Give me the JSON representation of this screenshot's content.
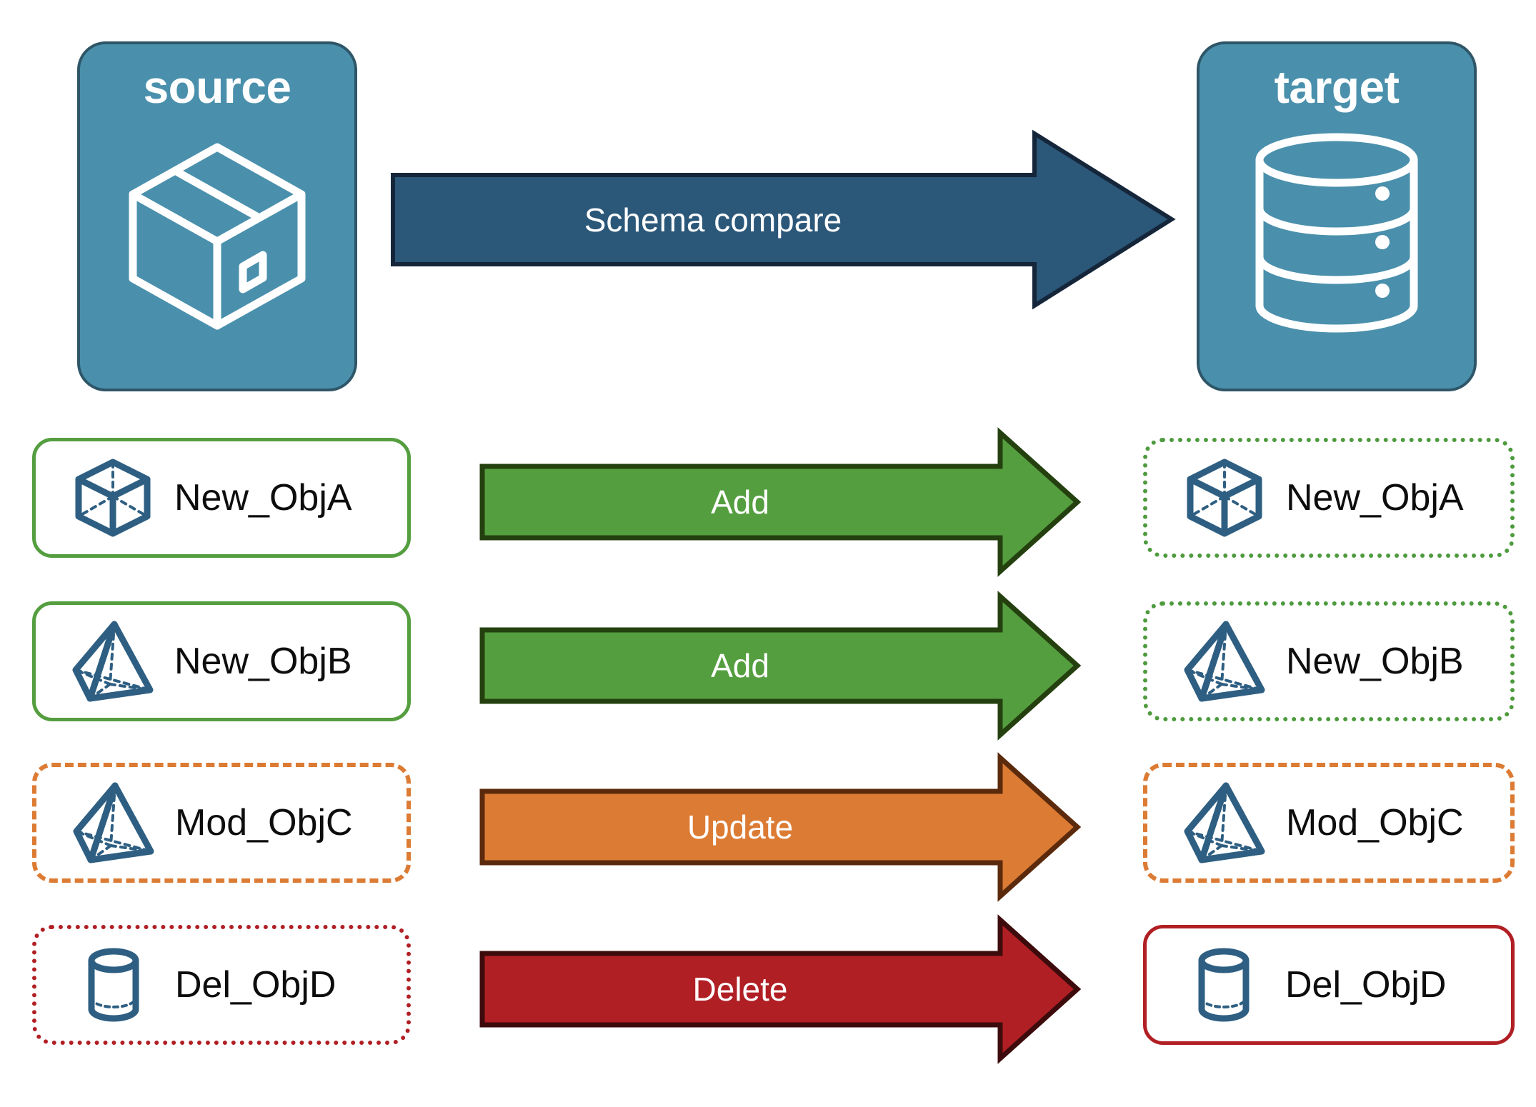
{
  "diagram": {
    "title_source": "source",
    "title_target": "target",
    "compare": {
      "label": "Schema compare",
      "fill": "#2B5779",
      "stroke": "#15263A"
    },
    "colors": {
      "panel_fill": "#4A90AC",
      "panel_stroke": "#2E5668",
      "icon_blue": "#2E5F82",
      "green": "#549E3F",
      "green_dark": "#24400F",
      "orange": "#DC7B33",
      "orange_dark": "#5B2A0C",
      "red": "#B01F24",
      "red_dark": "#3E0B0C",
      "text": "#0d0d0d"
    },
    "rows": [
      {
        "source": {
          "label": "New_ObjA",
          "icon": "cube-wireframe-icon",
          "border": "solid-green"
        },
        "arrow": {
          "label": "Add",
          "fill": "#549E3F",
          "stroke": "#24400F"
        },
        "target": {
          "label": "New_ObjA",
          "icon": "cube-wireframe-icon",
          "border": "dotted-green"
        }
      },
      {
        "source": {
          "label": "New_ObjB",
          "icon": "pyramid-wireframe-icon",
          "border": "solid-green"
        },
        "arrow": {
          "label": "Add",
          "fill": "#549E3F",
          "stroke": "#24400F"
        },
        "target": {
          "label": "New_ObjB",
          "icon": "pyramid-wireframe-icon",
          "border": "dotted-green"
        }
      },
      {
        "source": {
          "label": "Mod_ObjC",
          "icon": "pyramid-wireframe-icon",
          "border": "dashed-orange"
        },
        "arrow": {
          "label": "Update",
          "fill": "#DC7B33",
          "stroke": "#5B2A0C"
        },
        "target": {
          "label": "Mod_ObjC",
          "icon": "pyramid-wireframe-icon",
          "border": "dashed-orange"
        }
      },
      {
        "source": {
          "label": "Del_ObjD",
          "icon": "cylinder-icon",
          "border": "dotted-red"
        },
        "arrow": {
          "label": "Delete",
          "fill": "#B01F24",
          "stroke": "#3E0B0C"
        },
        "target": {
          "label": "Del_ObjD",
          "icon": "cylinder-icon",
          "border": "solid-red"
        }
      }
    ]
  }
}
